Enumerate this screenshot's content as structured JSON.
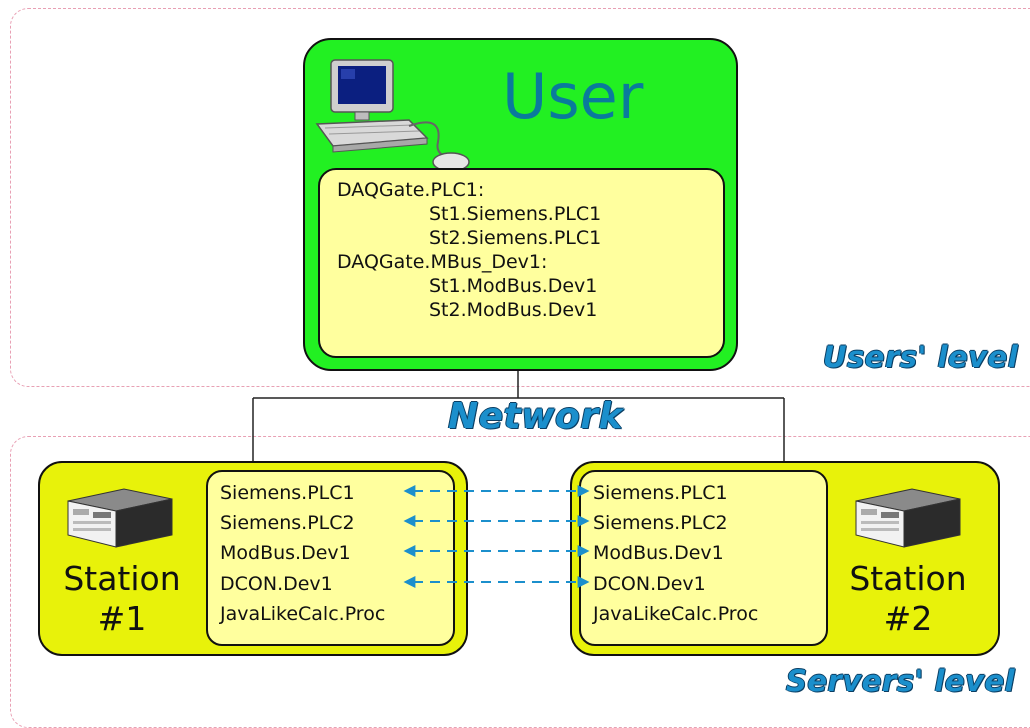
{
  "levels": {
    "users": "Users' level",
    "servers": "Servers' level"
  },
  "network_label": "Network",
  "user": {
    "title": "User",
    "icon": "computer-icon",
    "lines": [
      "DAQGate.PLC1:",
      "St1.Siemens.PLC1",
      "St2.Siemens.PLC1",
      "DAQGate.MBus_Dev1:",
      "St1.ModBus.Dev1",
      "St2.ModBus.Dev1"
    ]
  },
  "stations": [
    {
      "name_line1": "Station",
      "name_line2": "#1",
      "icon": "server-icon",
      "items": [
        "Siemens.PLC1",
        "Siemens.PLC2",
        "ModBus.Dev1",
        "DCON.Dev1",
        "JavaLikeCalc.Proc"
      ]
    },
    {
      "name_line1": "Station",
      "name_line2": "#2",
      "icon": "server-icon",
      "items": [
        "Siemens.PLC1",
        "Siemens.PLC2",
        "ModBus.Dev1",
        "DCON.Dev1",
        "JavaLikeCalc.Proc"
      ]
    }
  ],
  "colors": {
    "user_box": "#22f022",
    "station_box": "#e8f20a",
    "list_box": "#ffff9e",
    "accent": "#1b8fcc"
  }
}
